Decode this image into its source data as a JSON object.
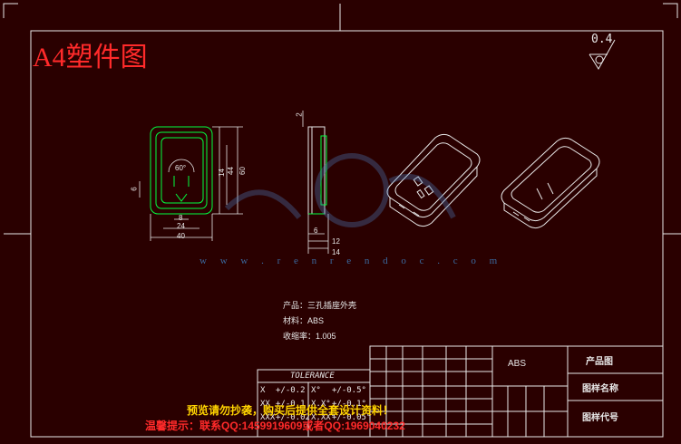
{
  "title": "A4塑件图",
  "roughness": "0.4",
  "watermark_site": "w w w . r e n r e n d o c . c o m",
  "notes": {
    "product": "产品：三孔插座外壳",
    "material": "材料：ABS",
    "shrink": "收缩率：1.005"
  },
  "dimensions": {
    "d60deg": "60°",
    "d14": "14",
    "d44": "44",
    "d60": "60",
    "d6": "6",
    "d24": "24",
    "d40": "40",
    "d8": "8",
    "d12": "12",
    "d2": "2",
    "d6b": "6"
  },
  "tolerance": {
    "header": "TOLERANCE",
    "rows": [
      [
        "X",
        "+/-0.2",
        "X°",
        "+/-0.5°"
      ],
      [
        "XX",
        "+/-0.1",
        "X.X°",
        "+/-0.1°"
      ],
      [
        "XXX",
        "+/-0.02",
        "X.XX°",
        "+/-0.05°"
      ]
    ]
  },
  "title_block": {
    "material": "ABS",
    "drawing_type": "产品图",
    "drawing_name": "图样名称",
    "drawing_code": "图样代号"
  },
  "warning": {
    "line1": "预览请勿抄袭，购买后提供全套设计资料！",
    "line2": "温馨提示：联系QQ:1459919609或者QQ:1969040232"
  },
  "colors": {
    "background": "#2a0000",
    "frame": "#ffffff",
    "geometry": "#00ff40",
    "dimension": "#ffffff",
    "title": "#ff2a2a",
    "watermark": "#ffd400"
  }
}
